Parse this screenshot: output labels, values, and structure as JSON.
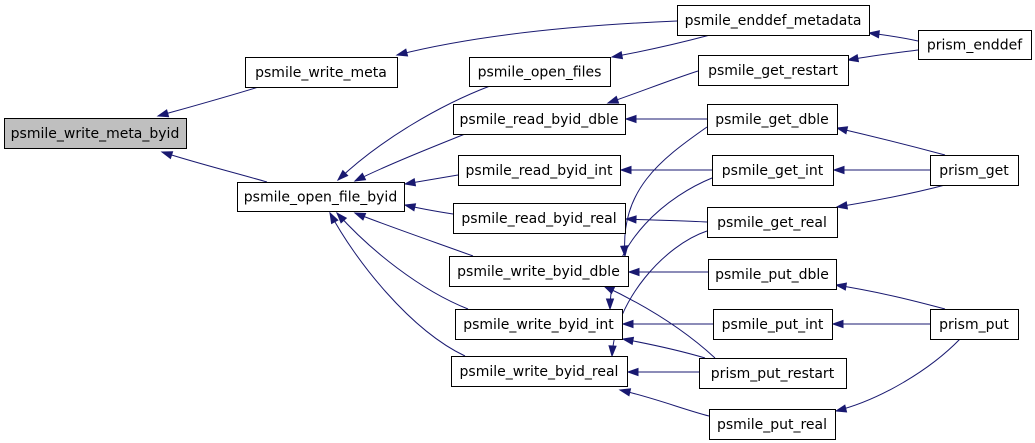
{
  "nodes": [
    {
      "id": "write_meta_byid",
      "label": "psmile_write_meta_byid",
      "highlight": true
    },
    {
      "id": "write_meta",
      "label": "psmile_write_meta"
    },
    {
      "id": "open_file_byid",
      "label": "psmile_open_file_byid"
    },
    {
      "id": "open_files",
      "label": "psmile_open_files"
    },
    {
      "id": "enddef_metadata",
      "label": "psmile_enddef_metadata"
    },
    {
      "id": "prism_enddef",
      "label": "prism_enddef"
    },
    {
      "id": "read_byid_dble",
      "label": "psmile_read_byid_dble"
    },
    {
      "id": "read_byid_int",
      "label": "psmile_read_byid_int"
    },
    {
      "id": "read_byid_real",
      "label": "psmile_read_byid_real"
    },
    {
      "id": "write_byid_dble",
      "label": "psmile_write_byid_dble"
    },
    {
      "id": "write_byid_int",
      "label": "psmile_write_byid_int"
    },
    {
      "id": "write_byid_real",
      "label": "psmile_write_byid_real"
    },
    {
      "id": "get_restart",
      "label": "psmile_get_restart"
    },
    {
      "id": "get_dble",
      "label": "psmile_get_dble"
    },
    {
      "id": "get_int",
      "label": "psmile_get_int"
    },
    {
      "id": "get_real",
      "label": "psmile_get_real"
    },
    {
      "id": "put_dble",
      "label": "psmile_put_dble"
    },
    {
      "id": "put_int",
      "label": "psmile_put_int"
    },
    {
      "id": "prism_put_restart",
      "label": "prism_put_restart"
    },
    {
      "id": "put_real",
      "label": "psmile_put_real"
    },
    {
      "id": "prism_get",
      "label": "prism_get"
    },
    {
      "id": "prism_put",
      "label": "prism_put"
    }
  ],
  "edges": [
    {
      "from": "write_meta",
      "to": "write_meta_byid"
    },
    {
      "from": "open_file_byid",
      "to": "write_meta_byid"
    },
    {
      "from": "enddef_metadata",
      "to": "write_meta"
    },
    {
      "from": "prism_enddef",
      "to": "enddef_metadata"
    },
    {
      "from": "enddef_metadata",
      "to": "open_files"
    },
    {
      "from": "prism_enddef",
      "to": "get_restart"
    },
    {
      "from": "open_files",
      "to": "open_file_byid"
    },
    {
      "from": "read_byid_dble",
      "to": "open_file_byid"
    },
    {
      "from": "read_byid_int",
      "to": "open_file_byid"
    },
    {
      "from": "read_byid_real",
      "to": "open_file_byid"
    },
    {
      "from": "write_byid_dble",
      "to": "open_file_byid"
    },
    {
      "from": "write_byid_int",
      "to": "open_file_byid"
    },
    {
      "from": "write_byid_real",
      "to": "open_file_byid"
    },
    {
      "from": "get_restart",
      "to": "read_byid_dble"
    },
    {
      "from": "get_dble",
      "to": "read_byid_dble"
    },
    {
      "from": "get_int",
      "to": "read_byid_int"
    },
    {
      "from": "get_real",
      "to": "read_byid_real"
    },
    {
      "from": "get_dble",
      "to": "write_byid_dble"
    },
    {
      "from": "put_dble",
      "to": "write_byid_dble"
    },
    {
      "from": "get_int",
      "to": "write_byid_int"
    },
    {
      "from": "put_int",
      "to": "write_byid_int"
    },
    {
      "from": "get_real",
      "to": "write_byid_real"
    },
    {
      "from": "prism_put_restart",
      "to": "write_byid_real"
    },
    {
      "from": "put_real",
      "to": "write_byid_real"
    },
    {
      "from": "prism_put_restart",
      "to": "write_byid_dble"
    },
    {
      "from": "prism_put_restart",
      "to": "write_byid_int"
    },
    {
      "from": "prism_get",
      "to": "get_dble"
    },
    {
      "from": "prism_get",
      "to": "get_int"
    },
    {
      "from": "prism_get",
      "to": "get_real"
    },
    {
      "from": "prism_put",
      "to": "put_dble"
    },
    {
      "from": "prism_put",
      "to": "put_int"
    },
    {
      "from": "prism_put",
      "to": "put_real"
    }
  ]
}
